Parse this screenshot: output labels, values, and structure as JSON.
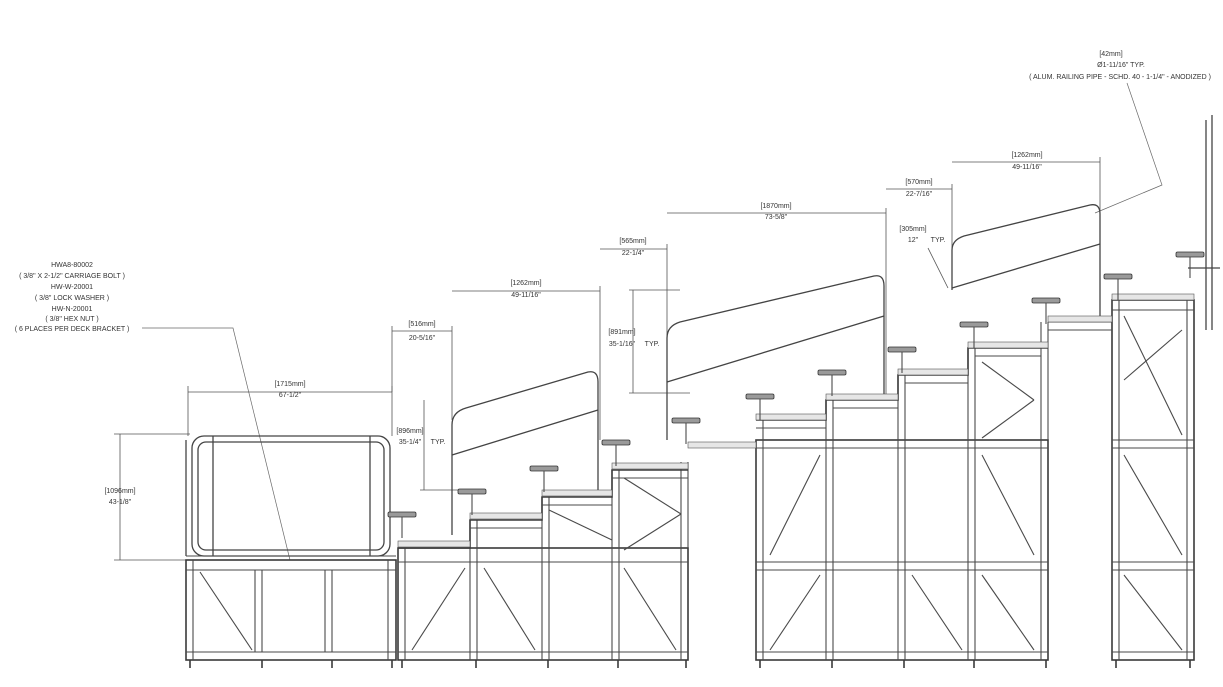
{
  "callout_left": {
    "lines": [
      "HWA8-80002",
      "( 3/8\" X 2-1/2\" CARRIAGE BOLT )",
      "HW-W-20001",
      "( 3/8\" LOCK WASHER )",
      "HW-N-20001",
      "( 3/8\" HEX NUT )",
      "( 6 PLACES PER DECK BRACKET )"
    ]
  },
  "callout_right": {
    "metric": "[42mm]",
    "diameter": "Ø1-11/16\" TYP.",
    "note": "( ALUM. RAILING PIPE - SCHD. 40 - 1-1/4\" - ANODIZED )"
  },
  "dimensions": [
    {
      "id": "d1715",
      "metric": "[1715mm]",
      "imperial": "67-1/2\""
    },
    {
      "id": "d1096",
      "metric": "[1096mm]",
      "imperial": "43-1/8\""
    },
    {
      "id": "d516",
      "metric": "[516mm]",
      "imperial": "20-5/16\""
    },
    {
      "id": "d896a",
      "metric": "[896mm]",
      "imperial": "35-1/4\"",
      "suffix": "TYP."
    },
    {
      "id": "d1262a",
      "metric": "[1262mm]",
      "imperial": "49-11/16\""
    },
    {
      "id": "d565",
      "metric": "[565mm]",
      "imperial": "22-1/4\""
    },
    {
      "id": "d891",
      "metric": "[891mm]",
      "imperial": "35-1/16\"",
      "suffix": "TYP."
    },
    {
      "id": "d1870",
      "metric": "[1870mm]",
      "imperial": "73-5/8\""
    },
    {
      "id": "d570",
      "metric": "[570mm]",
      "imperial": "22-7/16\""
    },
    {
      "id": "d305",
      "metric": "[305mm]",
      "imperial": "12\"",
      "suffix": "TYP."
    },
    {
      "id": "d1262b",
      "metric": "[1262mm]",
      "imperial": "49-11/16\""
    }
  ],
  "colors": {
    "line": "#3a3a3a",
    "seat": "#9a9a9a",
    "background": "#ffffff"
  }
}
